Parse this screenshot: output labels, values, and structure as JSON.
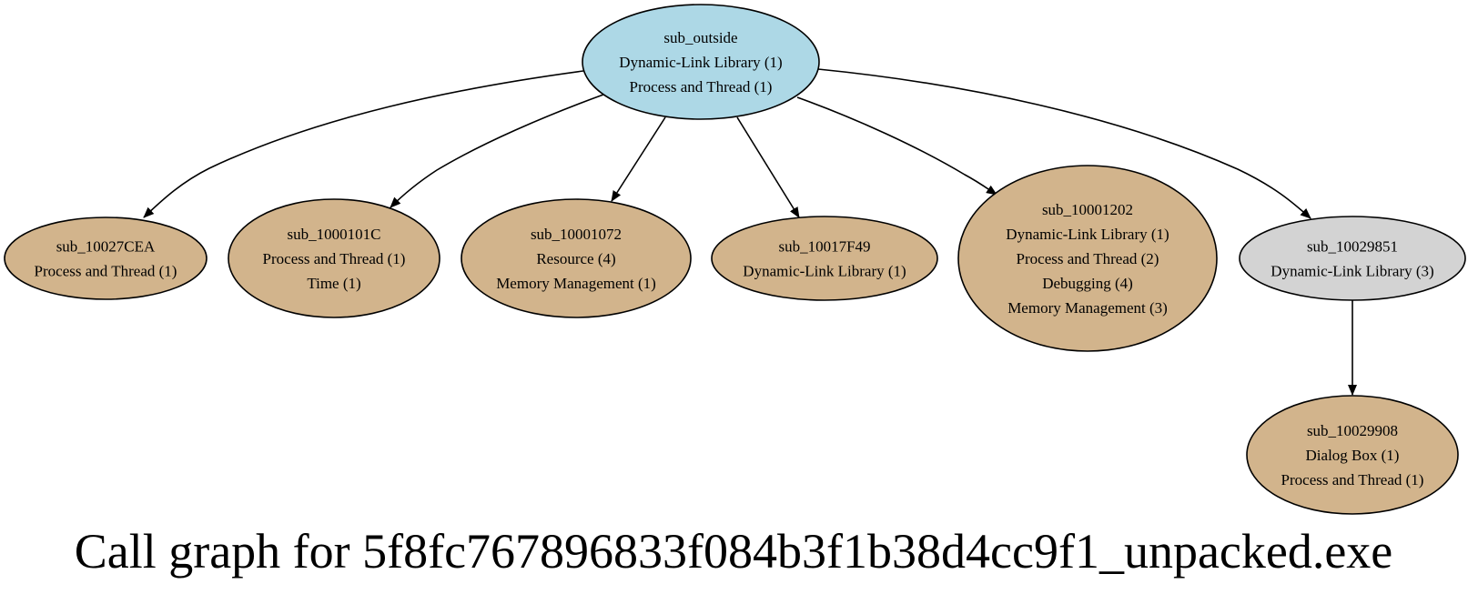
{
  "title": "Call graph for 5f8fc767896833f084b3f1b38d4cc9f1_unpacked.exe",
  "colors": {
    "root": "#add8e6",
    "leaf": "#d2b48c",
    "library": "#d3d3d3",
    "edge": "#000000"
  },
  "nodes": {
    "sub_outside": {
      "name": "sub_outside",
      "lines": [
        "Dynamic-Link Library (1)",
        "Process and Thread (1)"
      ],
      "kind": "root"
    },
    "sub_10027CEA": {
      "name": "sub_10027CEA",
      "lines": [
        "Process and Thread (1)"
      ],
      "kind": "leaf"
    },
    "sub_1000101C": {
      "name": "sub_1000101C",
      "lines": [
        "Process and Thread (1)",
        "Time (1)"
      ],
      "kind": "leaf"
    },
    "sub_10001072": {
      "name": "sub_10001072",
      "lines": [
        "Resource (4)",
        "Memory Management (1)"
      ],
      "kind": "leaf"
    },
    "sub_10017F49": {
      "name": "sub_10017F49",
      "lines": [
        "Dynamic-Link Library (1)"
      ],
      "kind": "leaf"
    },
    "sub_10001202": {
      "name": "sub_10001202",
      "lines": [
        "Dynamic-Link Library (1)",
        "Process and Thread (2)",
        "Debugging (4)",
        "Memory Management (3)"
      ],
      "kind": "leaf"
    },
    "sub_10029851": {
      "name": "sub_10029851",
      "lines": [
        "Dynamic-Link Library (3)"
      ],
      "kind": "library"
    },
    "sub_10029908": {
      "name": "sub_10029908",
      "lines": [
        "Dialog Box (1)",
        "Process and Thread (1)"
      ],
      "kind": "leaf"
    }
  },
  "edges": [
    {
      "from": "sub_outside",
      "to": "sub_10027CEA"
    },
    {
      "from": "sub_outside",
      "to": "sub_1000101C"
    },
    {
      "from": "sub_outside",
      "to": "sub_10001072"
    },
    {
      "from": "sub_outside",
      "to": "sub_10017F49"
    },
    {
      "from": "sub_outside",
      "to": "sub_10001202"
    },
    {
      "from": "sub_outside",
      "to": "sub_10029851"
    },
    {
      "from": "sub_10029851",
      "to": "sub_10029908"
    }
  ]
}
